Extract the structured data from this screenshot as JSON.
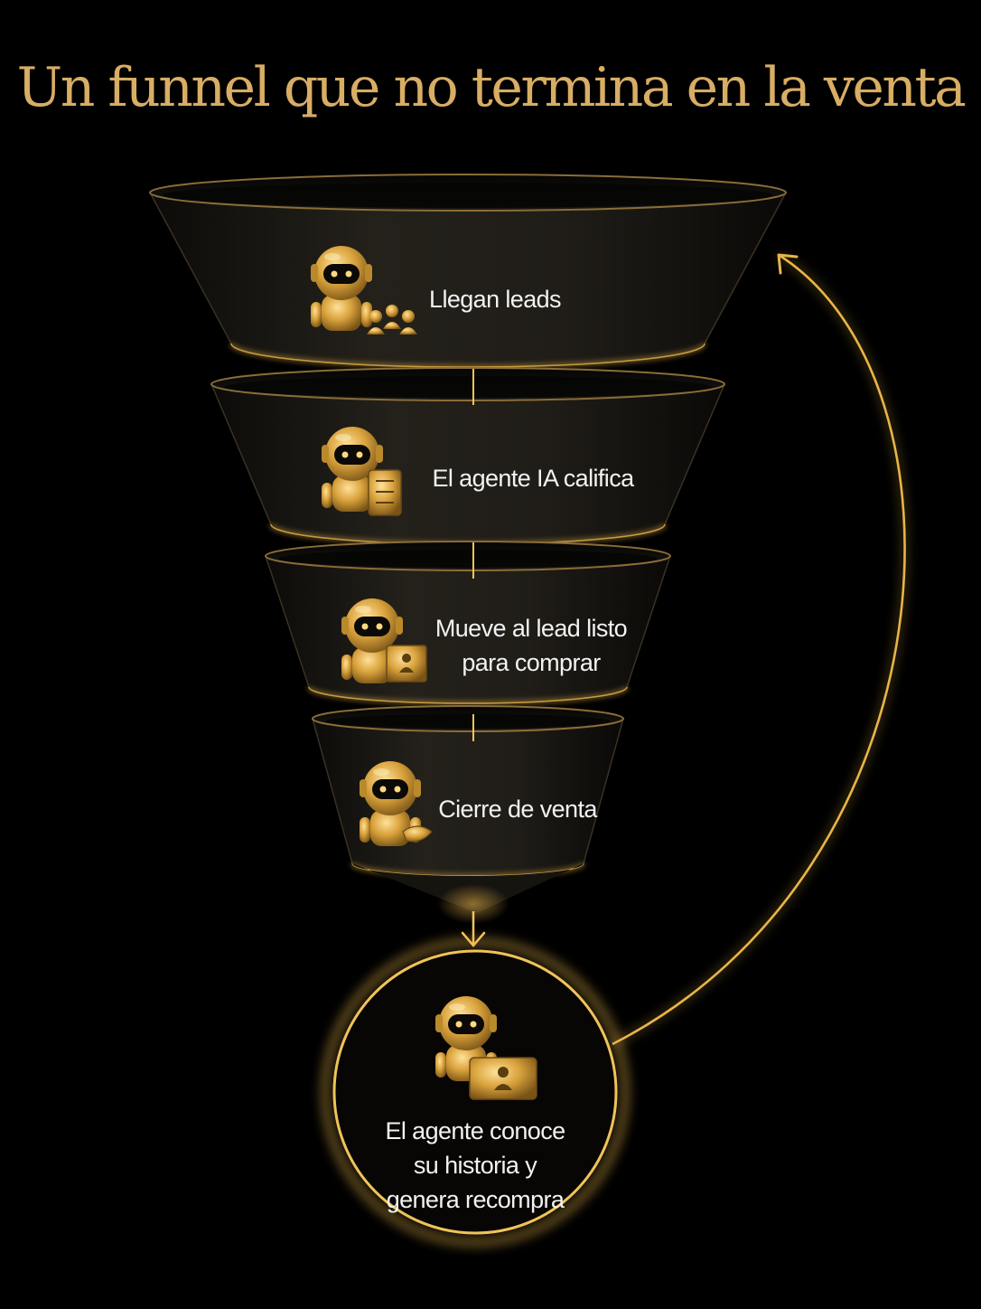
{
  "title": "Un funnel que no termina en la venta",
  "colors": {
    "background": "#000000",
    "gold": "#e8b548",
    "title": "#d8ad64",
    "funnel_body": "#1c1a16",
    "label": "#f2f2f2"
  },
  "stages": [
    {
      "lines": [
        "Llegan leads"
      ],
      "icon": "robot-with-people-icon"
    },
    {
      "lines": [
        "El agente IA califica"
      ],
      "icon": "robot-with-clipboard-icon"
    },
    {
      "lines": [
        "Mueve al lead listo",
        "para comprar"
      ],
      "icon": "robot-with-box-icon"
    },
    {
      "lines": [
        "Cierre de venta"
      ],
      "icon": "robot-handshake-icon"
    }
  ],
  "final_stage": {
    "lines": [
      "El agente conoce",
      "su historia y",
      "genera recompra"
    ],
    "icon": "robot-with-laptop-icon"
  }
}
